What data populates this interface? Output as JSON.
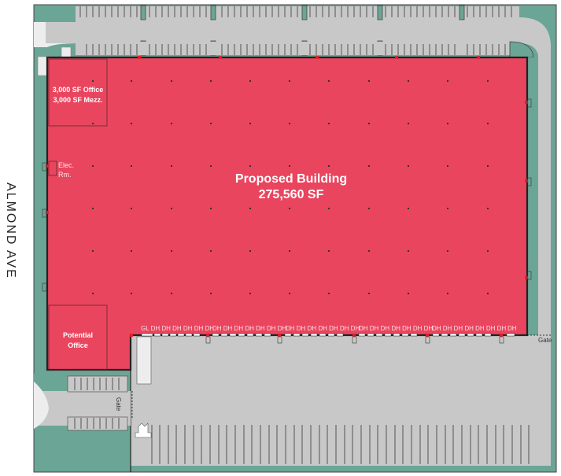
{
  "street": {
    "name": "ALMOND AVE"
  },
  "building": {
    "title": "Proposed Building",
    "area": "275,560 SF",
    "fill_color": "#E9455E",
    "outline_color": "#222222"
  },
  "office": {
    "line1": "3,000 SF Office",
    "line2": "3,000 SF Mezz."
  },
  "electrical_room": {
    "line1": "Elec.",
    "line2": "Rm."
  },
  "potential_office": {
    "line1": "Potential",
    "line2": "Office"
  },
  "dock_doors": {
    "groups": [
      "GL  DH DH DH DH DH DH",
      "DH DH DH DH DH DH DH",
      "DH DH DH DH DH DH DH",
      "DH DH DH DH DH DH DH",
      "DH DH DH DH DH DH DH",
      "DH"
    ]
  },
  "gates": {
    "east": "Gate",
    "south": "Gate"
  },
  "colors": {
    "landscape": "#6BA596",
    "paving": "#C8C8C8",
    "building": "#E9455E",
    "sidewalk": "#EDEDED"
  },
  "column_grid": {
    "x": [
      118,
      167,
      218,
      268,
      318,
      368,
      418,
      469,
      519,
      569,
      620
    ],
    "y": [
      103,
      157,
      211,
      265,
      319,
      373
    ]
  }
}
